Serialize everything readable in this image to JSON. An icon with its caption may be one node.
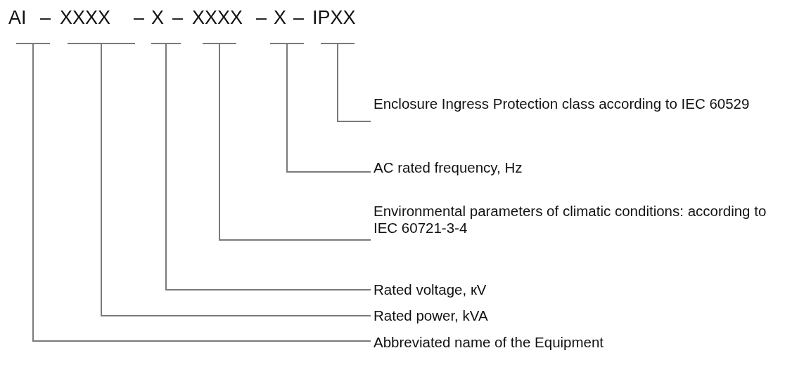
{
  "diagram": {
    "nodes": [
      {
        "text": [
          "AI"
        ]
      },
      {
        "text": [
          "XXXX"
        ]
      },
      {
        "text": [
          "X"
        ]
      },
      {
        "text": [
          "XXXX"
        ]
      },
      {
        "text": [
          "X"
        ]
      },
      {
        "text": [
          "IPXX"
        ]
      },
      {
        "text": [
          "Enclosure Ingress Protection class according to IEC 60529"
        ]
      },
      {
        "text": [
          "AC rated frequency, Hz"
        ]
      },
      {
        "text": [
          "Environmental parameters of climatic conditions: according to IEC 60721-3-4"
        ]
      },
      {
        "text": [
          "Rated voltage, кV"
        ]
      },
      {
        "text": [
          "Rated power, kVA"
        ]
      },
      {
        "text": [
          "Abbreviated name of the Equipment"
        ]
      }
    ],
    "edges": [
      {
        "from": 5,
        "to": 6,
        "arrow": "none"
      },
      {
        "from": 4,
        "to": 7,
        "arrow": "none"
      },
      {
        "from": 3,
        "to": 8,
        "arrow": "none"
      },
      {
        "from": 2,
        "to": 9,
        "arrow": "none"
      },
      {
        "from": 1,
        "to": 10,
        "arrow": "none"
      },
      {
        "from": 0,
        "to": 11,
        "arrow": "none"
      }
    ],
    "labels": [
      "–",
      "–",
      "–",
      "–",
      "–"
    ]
  }
}
